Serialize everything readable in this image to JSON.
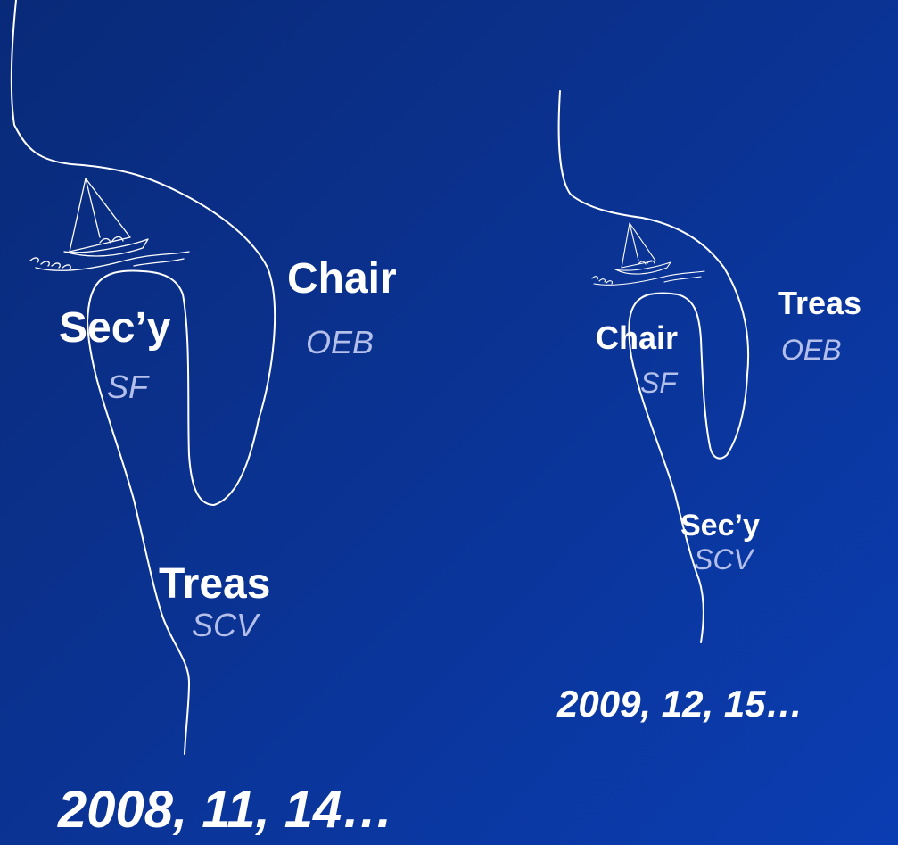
{
  "left_panel": {
    "labels": [
      {
        "role": "Chair",
        "county": "OEB"
      },
      {
        "role": "Sec’y",
        "county": "SF"
      },
      {
        "role": "Treas",
        "county": "SCV"
      }
    ],
    "years": "2008, 11, 14…"
  },
  "right_panel": {
    "labels": [
      {
        "role": "Treas",
        "county": "OEB"
      },
      {
        "role": "Chair",
        "county": "SF"
      },
      {
        "role": "Sec’y",
        "county": "SCV"
      }
    ],
    "years": "2009, 12, 15…"
  },
  "colors": {
    "background": "#0a3394",
    "role_text": "#ffffff",
    "county_text": "#b4c0ea",
    "outline": "#ffffff"
  },
  "icons": [
    "sailboat-icon",
    "sailboat-icon"
  ]
}
